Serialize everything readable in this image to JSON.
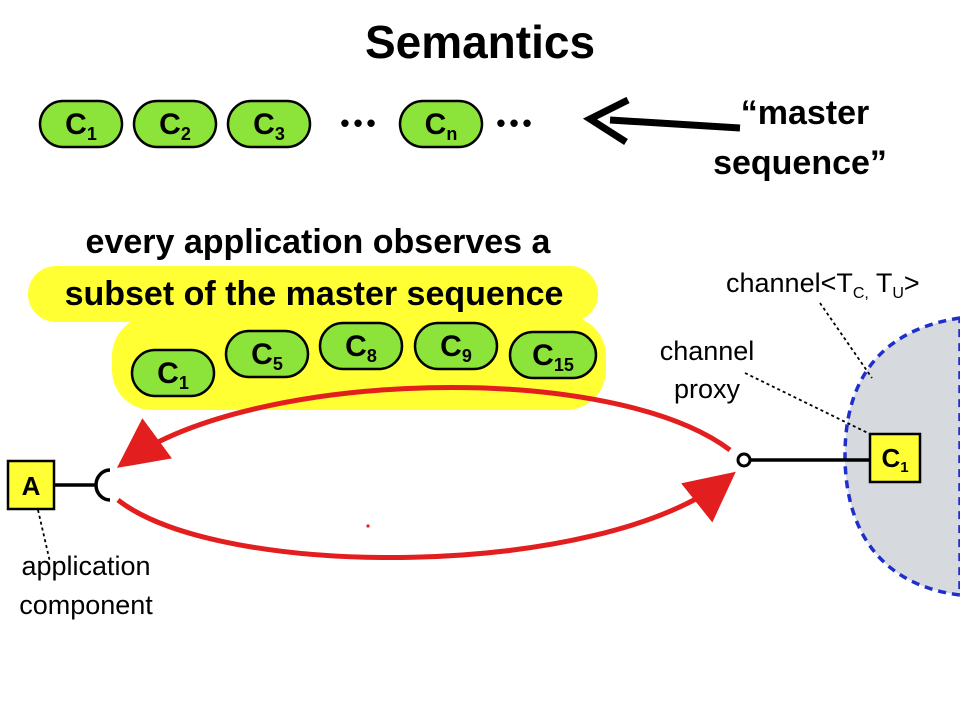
{
  "title": "Semantics",
  "master_sequence": {
    "items": [
      {
        "base": "C",
        "sub": "1"
      },
      {
        "base": "C",
        "sub": "2"
      },
      {
        "base": "C",
        "sub": "3"
      },
      {
        "base": "C",
        "sub": "n"
      }
    ],
    "ellipsis": "•••",
    "label_line1": "“master",
    "label_line2": "sequence”"
  },
  "subset": {
    "line1": "every application observes a",
    "line2": "subset of the master sequence",
    "items": [
      {
        "base": "C",
        "sub": "1"
      },
      {
        "base": "C",
        "sub": "5"
      },
      {
        "base": "C",
        "sub": "8"
      },
      {
        "base": "C",
        "sub": "9"
      },
      {
        "base": "C",
        "sub": "15"
      }
    ]
  },
  "channel": {
    "label": "channel<T",
    "sub_c": "C,",
    "space_t": " T",
    "sub_u": "U",
    "end": ">",
    "proxy_line1": "channel",
    "proxy_line2": "proxy",
    "proxy_box": {
      "base": "C",
      "sub": "1"
    }
  },
  "application": {
    "box": "A",
    "label_line1": "application",
    "label_line2": "component"
  },
  "colors": {
    "pill_fill": "#8ce33a",
    "highlight": "#ffff33",
    "arrow_red": "#e31e1e",
    "channel_fill": "#d6d9de",
    "channel_border": "#1e2fcc"
  }
}
